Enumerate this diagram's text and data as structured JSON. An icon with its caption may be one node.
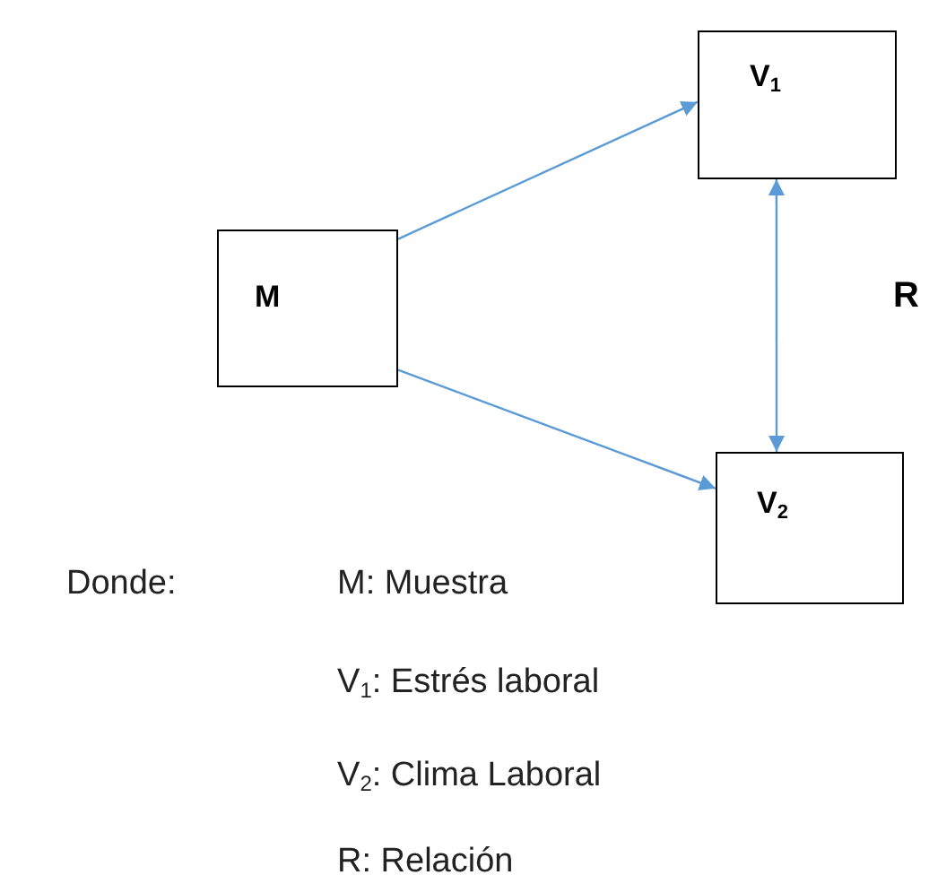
{
  "diagram": {
    "nodes": [
      {
        "text": [
          "M"
        ]
      },
      {
        "text": [
          "V$_{1}$"
        ]
      },
      {
        "text": [
          "V$_{2}$"
        ]
      }
    ],
    "edges": [
      {
        "from": 0,
        "to": 1,
        "arrow": "to"
      },
      {
        "from": 0,
        "to": 2,
        "arrow": "to"
      },
      {
        "from": 1,
        "to": 2,
        "arrow": "both",
        "label": "R"
      }
    ],
    "labels": [
      "Donde:",
      "M: Muestra",
      "V$_{1}$: Estrés laboral",
      "V$_{2}$: Clima Laboral",
      "R: Relación"
    ]
  }
}
